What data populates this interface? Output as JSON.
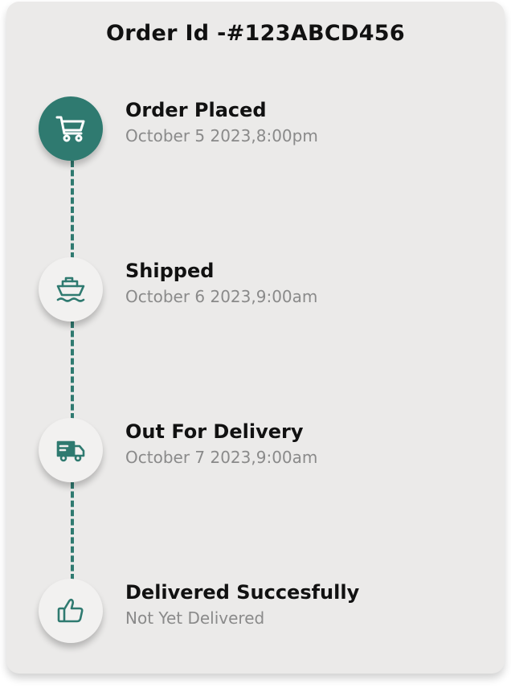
{
  "order": {
    "title": "Order Id -#123ABCD456"
  },
  "colors": {
    "accent": "#2f7a70",
    "card_background": "#ebeae9",
    "subtitle_gray": "#8a8a8a"
  },
  "steps": [
    {
      "icon": "shopping-cart-icon",
      "title": "Order Placed",
      "subtitle": "October 5 2023,8:00pm",
      "completed": true
    },
    {
      "icon": "ship-icon",
      "title": "Shipped",
      "subtitle": "October 6 2023,9:00am",
      "completed": false
    },
    {
      "icon": "delivery-truck-icon",
      "title": "Out For Delivery",
      "subtitle": "October 7 2023,9:00am",
      "completed": false
    },
    {
      "icon": "thumbs-up-icon",
      "title": "Delivered Succesfully",
      "subtitle": "Not Yet Delivered",
      "completed": false
    }
  ]
}
